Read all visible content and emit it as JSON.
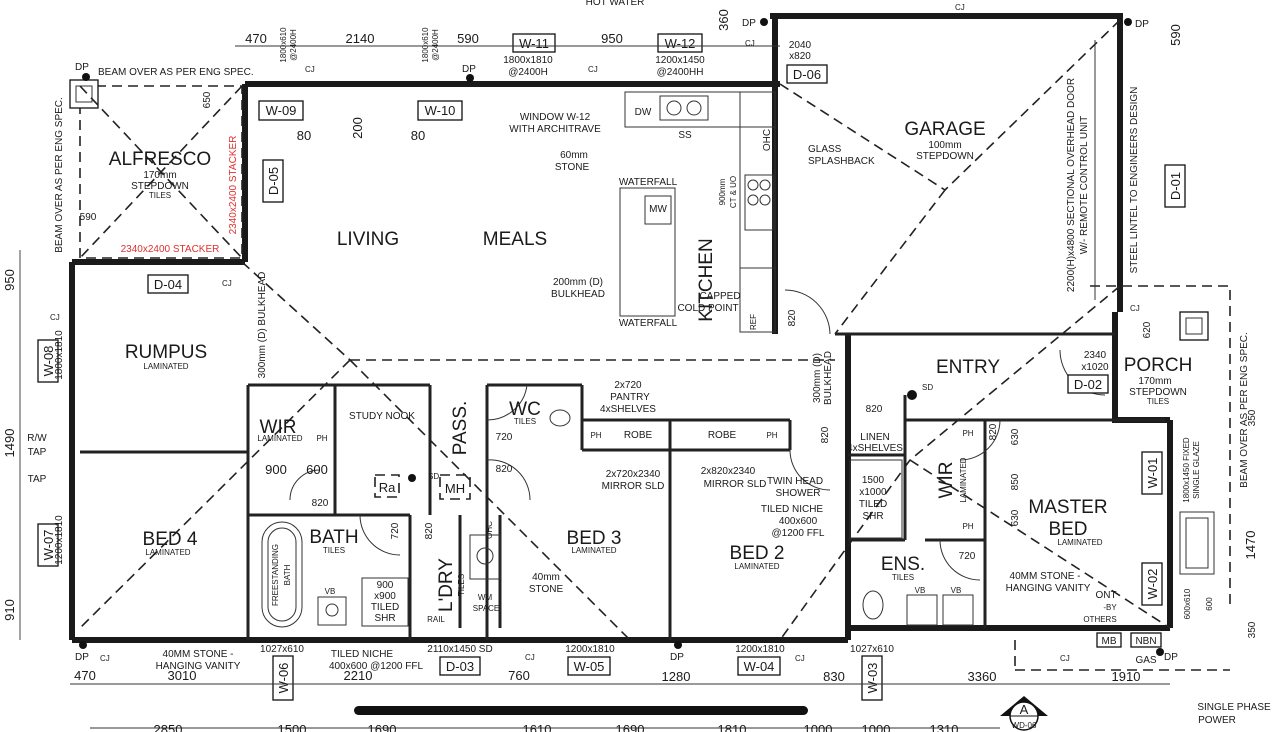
{
  "rooms": [
    {
      "id": "alfresco",
      "name": "ALFRESCO",
      "sub": "170mm",
      "sub2": "STEPDOWN",
      "sub3": "TILES"
    },
    {
      "id": "living",
      "name": "LIVING"
    },
    {
      "id": "meals",
      "name": "MEALS"
    },
    {
      "id": "kitchen",
      "name": "KITCHEN"
    },
    {
      "id": "garage",
      "name": "GARAGE",
      "sub": "100mm",
      "sub2": "STEPDOWN"
    },
    {
      "id": "rumpus",
      "name": "RUMPUS",
      "sub": "LAMINATED"
    },
    {
      "id": "entry",
      "name": "ENTRY"
    },
    {
      "id": "porch",
      "name": "PORCH",
      "sub": "170mm",
      "sub2": "STEPDOWN",
      "sub3": "TILES"
    },
    {
      "id": "bed4",
      "name": "BED 4",
      "sub": "LAMINATED"
    },
    {
      "id": "bath",
      "name": "BATH",
      "sub": "TILES"
    },
    {
      "id": "bed3",
      "name": "BED 3",
      "sub": "LAMINATED"
    },
    {
      "id": "bed2",
      "name": "BED 2",
      "sub": "LAMINATED"
    },
    {
      "id": "master",
      "name": "MASTER",
      "sub": "BED",
      "sub2": "LAMINATED"
    },
    {
      "id": "ens",
      "name": "ENS.",
      "sub": "TILES"
    },
    {
      "id": "wc",
      "name": "WC",
      "sub": "TILES"
    },
    {
      "id": "ldry",
      "name": "L'DRY",
      "sub": "TILES"
    },
    {
      "id": "pass",
      "name": "PASS."
    },
    {
      "id": "study",
      "name": "STUDY NOOK"
    },
    {
      "id": "wir1",
      "name": "WIR",
      "sub": "LAMINATED"
    },
    {
      "id": "wir2",
      "name": "WIR",
      "sub": "LAMINATED"
    }
  ],
  "tags": [
    "W-09",
    "W-10",
    "W-11",
    "W-12",
    "D-05",
    "D-06",
    "D-01",
    "D-04",
    "W-08",
    "W-07",
    "D-02",
    "W-01",
    "W-02",
    "W-06",
    "D-03",
    "W-05",
    "W-04",
    "W-03"
  ],
  "top_notes": {
    "hot_water": "HOT WATER",
    "beam_over": "BEAM OVER AS PER ENG SPEC.",
    "w11_size": "1800x1810",
    "w11_h": "@2400H",
    "w12_size": "1200x1450",
    "w12_h": "@2400HH",
    "win_a": "1800x610",
    "win_a_h": "@2400H",
    "win_b": "1800x610",
    "win_b_h": "@2400H",
    "d06_size": "2040",
    "d06_size2": "x820",
    "dims": [
      "470",
      "2140",
      "590",
      "950",
      "360",
      "590"
    ]
  },
  "annotations": {
    "window_w12": "WINDOW W-12",
    "with_architrave": "WITH ARCHITRAVE",
    "stone_60": "60mm",
    "stone": "STONE",
    "waterfall": "WATERFALL",
    "waterfall2": "WATERFALL",
    "bulkhead_200": "200mm (D)",
    "bulkhead": "BULKHEAD",
    "capped": "CAPPED",
    "cold_point": "COLD POINT",
    "glass": "GLASS",
    "splashback": "SPLASHBACK",
    "ct_900": "900mm",
    "ct_uo": "CT & UO",
    "ohc": "OHC",
    "ref": "REF",
    "mw": "MW",
    "dw": "DW",
    "ss": "SS",
    "stacker_v": "2340x2400 STACKER",
    "stacker_h": "2340x2400 STACKER",
    "beam_left": "BEAM OVER AS PER ENG SPEC.",
    "bulkhead_300": "300mm (D) BULKHEAD",
    "bulkhead_300b": "300mm (D)",
    "bulkhead_300b2": "BULKHEAD",
    "garage_door": "2200(H)x4800 SECTIONAL OVERHEAD DOOR",
    "garage_door2": "W/- REMOTE CONTROL UNIT",
    "steel_lintel": "STEEL LINTEL TO ENGINEERS DESIGN",
    "beam_right": "BEAM OVER AS PER ENG SPEC.",
    "pantry": "PANTRY",
    "pantry2": "4xSHELVES",
    "pantry_size": "2x720",
    "robe": "ROBE",
    "robe2": "ROBE",
    "ph": "PH",
    "mirror3": "2x720x2340",
    "mirror3b": "MIRROR SLD",
    "mirror2": "2x820x2340",
    "mirror2b": "MIRROR SLD",
    "linen": "LINEN",
    "linen2": "4xSHELVES",
    "twin_head": "TWIN HEAD",
    "shower": "SHOWER",
    "tiled_niche": "TILED NICHE",
    "niche_size": "400x600",
    "niche_h": "@1200 FFL",
    "shr_size": "1500",
    "shr_size2": "x1000",
    "shr_tiled": "TILED",
    "shr": "SHR",
    "stone_40": "40mm",
    "stone40b": "STONE",
    "hanging": "40MM STONE -",
    "hanging2": "HANGING VANITY",
    "ont": "ONT",
    "by_others": "-BY",
    "by_others2": "OTHERS",
    "mb": "MB",
    "nbn": "NBN",
    "gas": "GAS",
    "single_phase": "SINGLE PHASE",
    "power": "POWER",
    "freestanding": "FREESTANDING",
    "bath_v": "BATH",
    "vb": "VB",
    "rail": "RAIL",
    "shr900": "900",
    "shr900b": "x900",
    "shr900c": "TILED",
    "shr900d": "SHR",
    "hanging_l": "40MM STONE -",
    "hanging_l2": "HANGING VANITY",
    "tiled_niche_b": "TILED NICHE",
    "tiled_niche_b2": "400x600 @1200 FFL",
    "wm": "WM",
    "wm_space": "SPACE",
    "sd": "SD",
    "ra": "Ra",
    "mh": "MH",
    "dp": "DP",
    "cj": "CJ",
    "tap1": "R/W",
    "tap2": "TAP",
    "tap3": "TAP",
    "d02_size": "2340",
    "d02_size2": "x1020",
    "fixed_glass": "1800x1450 FIXED",
    "fixed_glass2": "SINGLE GLAZE",
    "section": "A",
    "section_ref": "WD-06"
  },
  "dims_bottom": [
    "470",
    "3010",
    "1027x610",
    "2210",
    "2110x1450 SD",
    "760",
    "1200x1810",
    "1280",
    "1200x1810",
    "830",
    "1027x610",
    "3360",
    "1910"
  ],
  "dims_bottom2": [
    "2850",
    "1500",
    "1690",
    "1610",
    "1690",
    "1810",
    "1000",
    "1000",
    "1310"
  ],
  "dims_left": [
    "950",
    "1800x1810",
    "1490",
    "1200x1810",
    "910"
  ],
  "dims_inner": [
    "900",
    "600",
    "820",
    "720",
    "820",
    "720",
    "820",
    "820",
    "820",
    "820",
    "630",
    "850",
    "630",
    "720",
    "620",
    "350",
    "1470",
    "350",
    "80",
    "80",
    "200",
    "650",
    "590",
    "820",
    "600x610",
    "600"
  ]
}
